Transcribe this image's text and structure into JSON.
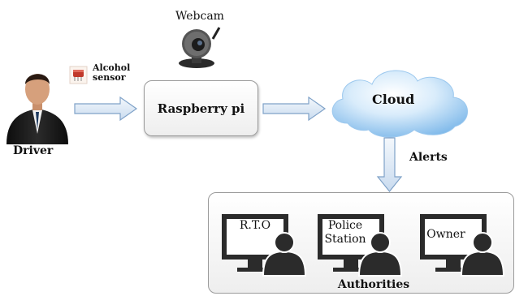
{
  "diagram": {
    "driver_label": "Driver",
    "sensor_label_line1": "Alcohol",
    "sensor_label_line2": "sensor",
    "webcam_label": "Webcam",
    "pi_label": "Raspberry pi",
    "cloud_label": "Cloud",
    "alerts_label": "Alerts",
    "authorities_label": "Authorities",
    "monitors": [
      {
        "line1": "R.T.O",
        "line2": ""
      },
      {
        "line1": "Police",
        "line2": "Station"
      },
      {
        "line1": "Owner",
        "line2": ""
      }
    ]
  },
  "colors": {
    "arrow_fill": "#dce7f3",
    "arrow_stroke": "#7fa2c8",
    "cloud_light": "#e9f3fd",
    "cloud_dark": "#8ec3ef",
    "person_dark": "#1a1a1a",
    "skin": "#d6a07c"
  }
}
